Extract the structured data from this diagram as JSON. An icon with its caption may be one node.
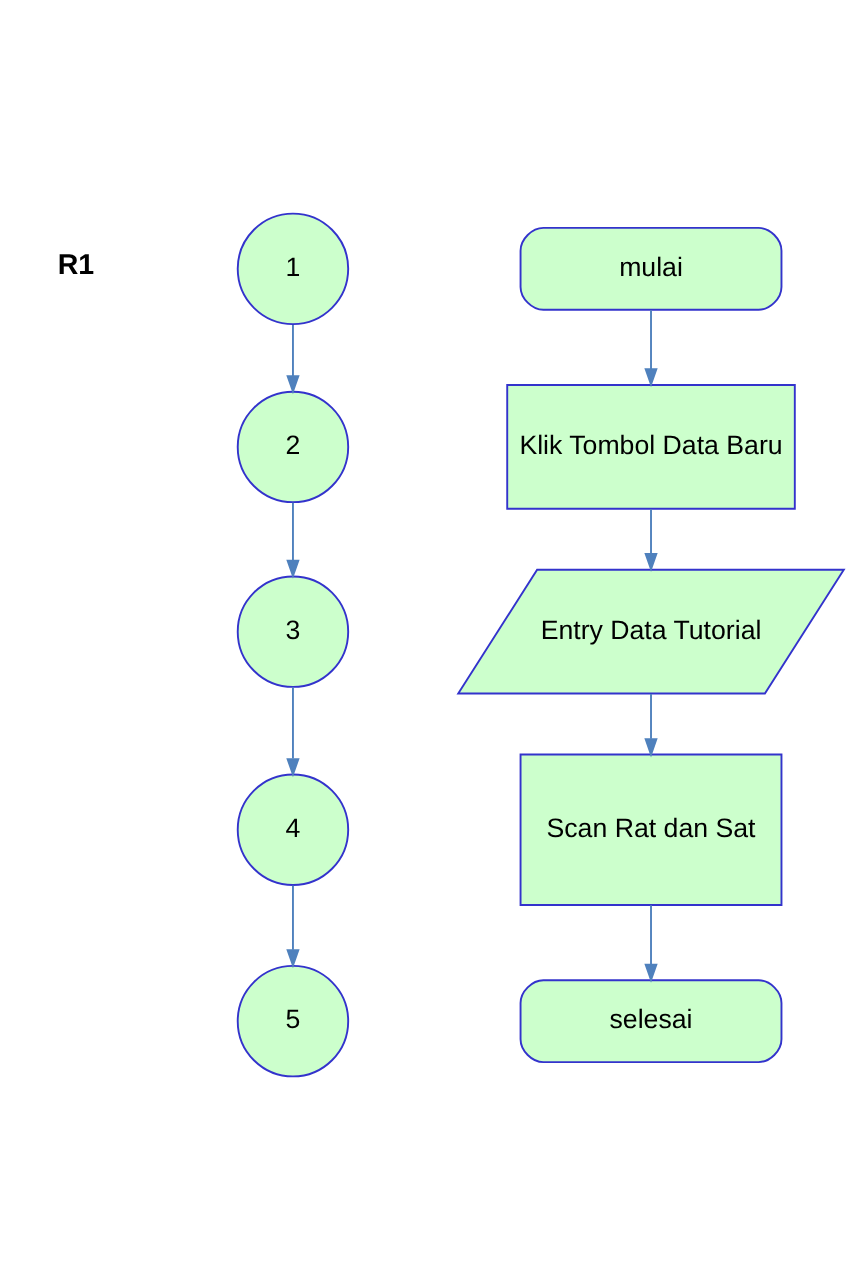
{
  "diagram": {
    "nodes": [
      {
        "text": [
          "1"
        ]
      },
      {
        "text": [
          "2"
        ]
      },
      {
        "text": [
          "3"
        ]
      },
      {
        "text": [
          "4"
        ]
      },
      {
        "text": [
          "5"
        ]
      },
      {
        "text": [
          "mulai"
        ]
      },
      {
        "text": [
          "Klik Tombol Data Baru"
        ]
      },
      {
        "text": [
          "Entry Data Tutorial"
        ]
      },
      {
        "text": [
          "Scan Rat dan Sat"
        ]
      },
      {
        "text": [
          "selesai"
        ]
      }
    ],
    "edges": [
      {
        "from": 0,
        "to": 1,
        "arrow": "to"
      },
      {
        "from": 1,
        "to": 2,
        "arrow": "to"
      },
      {
        "from": 2,
        "to": 3,
        "arrow": "to"
      },
      {
        "from": 3,
        "to": 4,
        "arrow": "to"
      },
      {
        "from": 5,
        "to": 6,
        "arrow": "to"
      },
      {
        "from": 6,
        "to": 7,
        "arrow": "to"
      },
      {
        "from": 7,
        "to": 8,
        "arrow": "to"
      },
      {
        "from": 8,
        "to": 9,
        "arrow": "to"
      }
    ],
    "labels": [
      "R1"
    ]
  }
}
